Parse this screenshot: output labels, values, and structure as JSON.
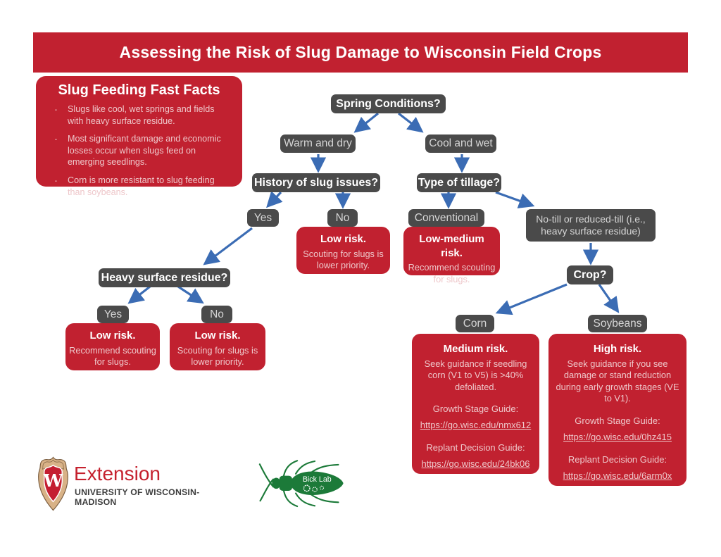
{
  "header": {
    "title": "Assessing the Risk of Slug Damage to Wisconsin Field Crops"
  },
  "fast_facts": {
    "title": "Slug Feeding Fast Facts",
    "bullets": [
      "Slugs like cool, wet springs and fields with heavy surface residue.",
      "Most significant damage and economic losses occur when slugs feed on emerging seedlings.",
      "Corn is more resistant to slug feeding than soybeans."
    ]
  },
  "flowchart": {
    "nodes": {
      "spring": "Spring Conditions?",
      "warm_dry": "Warm and dry",
      "cool_wet": "Cool and wet",
      "history": "History of slug issues?",
      "tillage": "Type of tillage?",
      "history_yes": "Yes",
      "history_no": "No",
      "conventional": "Conventional",
      "no_till": "No-till or reduced-till (i.e., heavy surface residue)",
      "crop": "Crop?",
      "heavy_residue": "Heavy surface residue?",
      "residue_yes": "Yes",
      "residue_no": "No",
      "corn": "Corn",
      "soybeans": "Soybeans"
    },
    "outcomes": {
      "history_no_risk": {
        "title": "Low risk.",
        "body": "Scouting for slugs is lower priority."
      },
      "conventional_risk": {
        "title": "Low-medium risk.",
        "body": "Recommend scouting for slugs."
      },
      "residue_yes_risk": {
        "title": "Low risk.",
        "body": "Recommend scouting for slugs."
      },
      "residue_no_risk": {
        "title": "Low risk.",
        "body": "Scouting for slugs is lower priority."
      },
      "corn_risk": {
        "title": "Medium risk.",
        "body": "Seek guidance if seedling corn (V1 to V5) is >40% defoliated.",
        "growth_label": "Growth Stage Guide:",
        "growth_link": "https://go.wisc.edu/nmx612",
        "replant_label": "Replant Decision Guide:",
        "replant_link": "https://go.wisc.edu/24bk06"
      },
      "soybeans_risk": {
        "title": "High risk.",
        "body": "Seek guidance if you see damage or stand reduction during early growth stages (VE to V1).",
        "growth_label": "Growth Stage Guide:",
        "growth_link": "https://go.wisc.edu/0hz415",
        "replant_label": "Replant Decision Guide:",
        "replant_link": "https://go.wisc.edu/6arm0x"
      }
    }
  },
  "footer": {
    "uw": {
      "crest_letter": "W",
      "extension": "Extension",
      "university": "UNIVERSITY OF WISCONSIN-MADISON"
    },
    "bick_lab": {
      "label": "Bick Lab"
    }
  },
  "colors": {
    "brand_red": "#c12130",
    "node_gray": "#4a4a4a",
    "node_text": "#d6d6d6",
    "pink_text": "#eec7ca",
    "arrow_blue": "#3b6cb4",
    "beetle_green": "#1c7a39"
  }
}
